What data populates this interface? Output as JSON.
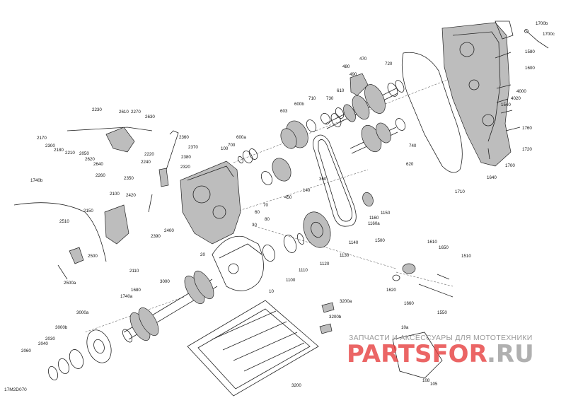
{
  "diagram_code": "17M2D070",
  "watermark": {
    "tagline": "ЗАПЧАСТИ И АКСЕССУАРЫ ДЛЯ МОТОТЕХНИКИ",
    "brand_main": "PARTSFOR",
    "brand_suffix": ".RU"
  },
  "callouts": [
    {
      "id": "1700b",
      "text": "1700b"
    },
    {
      "id": "1700c",
      "text": "1700c"
    },
    {
      "id": "1580",
      "text": "1580"
    },
    {
      "id": "1600",
      "text": "1600"
    },
    {
      "id": "4000",
      "text": "4000"
    },
    {
      "id": "4020",
      "text": "4020"
    },
    {
      "id": "1540",
      "text": "1540"
    },
    {
      "id": "1760",
      "text": "1760"
    },
    {
      "id": "1720",
      "text": "1720"
    },
    {
      "id": "1700",
      "text": "1700"
    },
    {
      "id": "1640",
      "text": "1640"
    },
    {
      "id": "1710",
      "text": "1710"
    },
    {
      "id": "470",
      "text": "470"
    },
    {
      "id": "480",
      "text": "480"
    },
    {
      "id": "490",
      "text": "490"
    },
    {
      "id": "720",
      "text": "720"
    },
    {
      "id": "610",
      "text": "610"
    },
    {
      "id": "730",
      "text": "730"
    },
    {
      "id": "710",
      "text": "710"
    },
    {
      "id": "600b",
      "text": "600b"
    },
    {
      "id": "603",
      "text": "603"
    },
    {
      "id": "740",
      "text": "740"
    },
    {
      "id": "620",
      "text": "620"
    },
    {
      "id": "600a",
      "text": "600a"
    },
    {
      "id": "700",
      "text": "700"
    },
    {
      "id": "100",
      "text": "100"
    },
    {
      "id": "360",
      "text": "360"
    },
    {
      "id": "140",
      "text": "140"
    },
    {
      "id": "450",
      "text": "450"
    },
    {
      "id": "1150",
      "text": "1150"
    },
    {
      "id": "1160",
      "text": "1160"
    },
    {
      "id": "1160a",
      "text": "1160a"
    },
    {
      "id": "1140",
      "text": "1140"
    },
    {
      "id": "1500",
      "text": "1500"
    },
    {
      "id": "1130",
      "text": "1130"
    },
    {
      "id": "1120",
      "text": "1120"
    },
    {
      "id": "1110",
      "text": "1110"
    },
    {
      "id": "1100",
      "text": "1100"
    },
    {
      "id": "10",
      "text": "10"
    },
    {
      "id": "30",
      "text": "30"
    },
    {
      "id": "80",
      "text": "80"
    },
    {
      "id": "60",
      "text": "60"
    },
    {
      "id": "70",
      "text": "70"
    },
    {
      "id": "20",
      "text": "20"
    },
    {
      "id": "2230",
      "text": "2230"
    },
    {
      "id": "2610",
      "text": "2610"
    },
    {
      "id": "2270",
      "text": "2270"
    },
    {
      "id": "2630",
      "text": "2630"
    },
    {
      "id": "2170",
      "text": "2170"
    },
    {
      "id": "2300",
      "text": "2300"
    },
    {
      "id": "2180",
      "text": "2180"
    },
    {
      "id": "2210",
      "text": "2210"
    },
    {
      "id": "2050",
      "text": "2050"
    },
    {
      "id": "2620",
      "text": "2620"
    },
    {
      "id": "2640",
      "text": "2640"
    },
    {
      "id": "2220",
      "text": "2220"
    },
    {
      "id": "2240",
      "text": "2240"
    },
    {
      "id": "2260",
      "text": "2260"
    },
    {
      "id": "2360",
      "text": "2360"
    },
    {
      "id": "2380",
      "text": "2380"
    },
    {
      "id": "2370",
      "text": "2370"
    },
    {
      "id": "2320",
      "text": "2320"
    },
    {
      "id": "2350",
      "text": "2350"
    },
    {
      "id": "2420",
      "text": "2420"
    },
    {
      "id": "2400",
      "text": "2400"
    },
    {
      "id": "2390",
      "text": "2390"
    },
    {
      "id": "2100",
      "text": "2100"
    },
    {
      "id": "2150",
      "text": "2150"
    },
    {
      "id": "1740b",
      "text": "1740b"
    },
    {
      "id": "2510",
      "text": "2510"
    },
    {
      "id": "2500",
      "text": "2500"
    },
    {
      "id": "2500a",
      "text": "2500a"
    },
    {
      "id": "2110",
      "text": "2110"
    },
    {
      "id": "1680",
      "text": "1680"
    },
    {
      "id": "1740a",
      "text": "1740a"
    },
    {
      "id": "3000",
      "text": "3000"
    },
    {
      "id": "3000a",
      "text": "3000a"
    },
    {
      "id": "3000b",
      "text": "3000b"
    },
    {
      "id": "2030",
      "text": "2030"
    },
    {
      "id": "2040",
      "text": "2040"
    },
    {
      "id": "2060",
      "text": "2060"
    },
    {
      "id": "1610",
      "text": "1610"
    },
    {
      "id": "1650",
      "text": "1650"
    },
    {
      "id": "1510",
      "text": "1510"
    },
    {
      "id": "1620",
      "text": "1620"
    },
    {
      "id": "1660",
      "text": "1660"
    },
    {
      "id": "1550",
      "text": "1550"
    },
    {
      "id": "3200a",
      "text": "3200a"
    },
    {
      "id": "3200b",
      "text": "3200b"
    },
    {
      "id": "3200",
      "text": "3200"
    },
    {
      "id": "10a",
      "text": "10a"
    },
    {
      "id": "108",
      "text": "108"
    },
    {
      "id": "105",
      "text": "105"
    }
  ]
}
